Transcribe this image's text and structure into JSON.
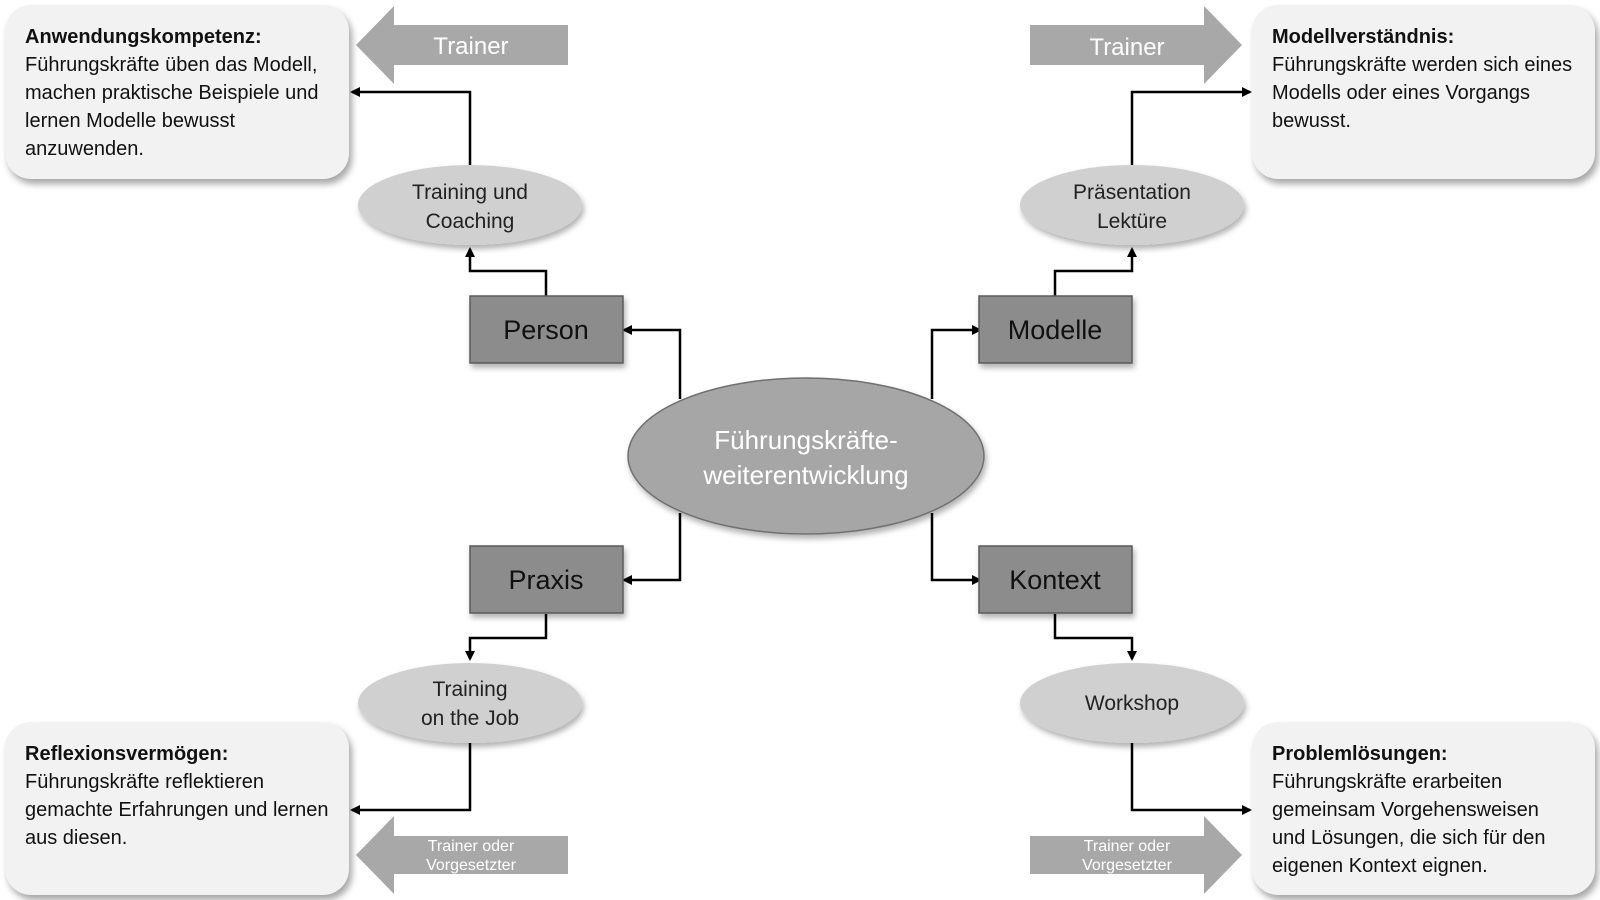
{
  "center": {
    "line1": "Führungskräfte-",
    "line2": "weiterentwicklung"
  },
  "quadrants": {
    "person": {
      "box_label": "Person",
      "method_line1": "Training und",
      "method_line2": "Coaching",
      "arrow_label": "Trainer",
      "desc_heading": "Anwendungskompetenz:",
      "desc_body": "Führungskräfte üben das Modell, machen praktische Beispiele und lernen Modelle bewusst anzuwenden."
    },
    "modelle": {
      "box_label": "Modelle",
      "method_line1": "Präsentation",
      "method_line2": "Lektüre",
      "arrow_label": "Trainer",
      "desc_heading": "Modellverständnis:",
      "desc_body": "Führungskräfte werden sich eines Modells oder eines Vorgangs bewusst."
    },
    "praxis": {
      "box_label": "Praxis",
      "method_line1": "Training",
      "method_line2": "on the Job",
      "arrow_label_line1": "Trainer oder",
      "arrow_label_line2": "Vorgesetzter",
      "desc_heading": "Reflexionsvermögen:",
      "desc_body": "Führungskräfte reflektieren gemachte Erfahrungen und lernen aus diesen."
    },
    "kontext": {
      "box_label": "Kontext",
      "method_line1": "Workshop",
      "arrow_label_line1": "Trainer oder",
      "arrow_label_line2": "Vorgesetzter",
      "desc_heading": "Problemlösungen:",
      "desc_body": "Führungskräfte erarbeiten gemeinsam Vorgehensweisen und Lösungen, die sich für den eigenen Kontext eignen."
    }
  },
  "colors": {
    "box_fill": "#8c8c8c",
    "center_fill": "#a6a6a6",
    "method_fill": "#d0d0d0",
    "arrow_fill": "#a8a8a8",
    "desc_fill": "#f2f2f2",
    "line": "#000000"
  }
}
